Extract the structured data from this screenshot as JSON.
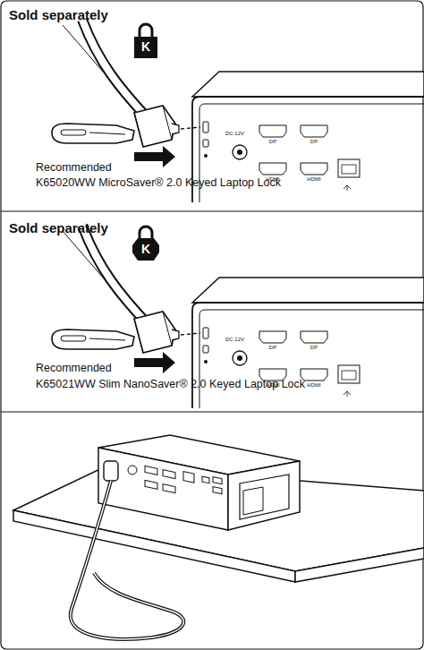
{
  "diagram": {
    "labels": [
      "Sold separately",
      "K",
      "Recommended",
      "K65020WW MicroSaver® 2.0 Keyed Laptop Lock",
      "DC 12V",
      "DP",
      "DP",
      "HDMI",
      "HDMI",
      "Sold separately",
      "K",
      "Recommended",
      "K65021WW Slim NanoSaver® 2.0 Keyed Laptop Lock",
      "DC 12V",
      "DP",
      "DP",
      "HDMI",
      "HDMI"
    ]
  }
}
